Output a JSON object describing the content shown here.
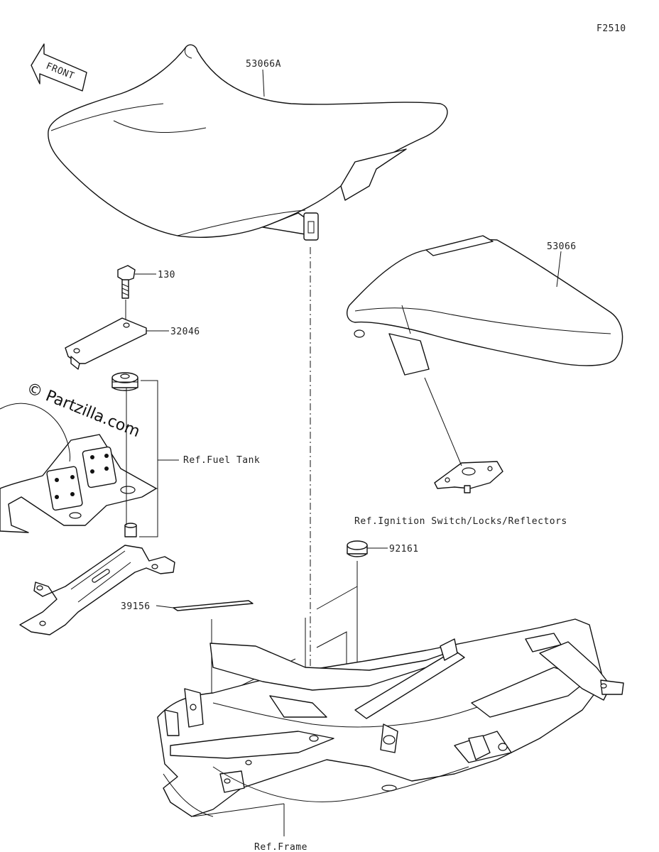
{
  "figure_code": "F2510",
  "front_arrow_text": "FRONT",
  "watermark": "© Partzilla.com",
  "callouts": {
    "seat_front": "53066A",
    "seat_rear": "53066",
    "bolt": "130",
    "plate": "32046",
    "fuel_tank_ref": "Ref.Fuel Tank",
    "ignition_ref": "Ref.Ignition Switch/Locks/Reflectors",
    "cap": "92161",
    "pad": "39156",
    "frame_ref": "Ref.Frame"
  }
}
